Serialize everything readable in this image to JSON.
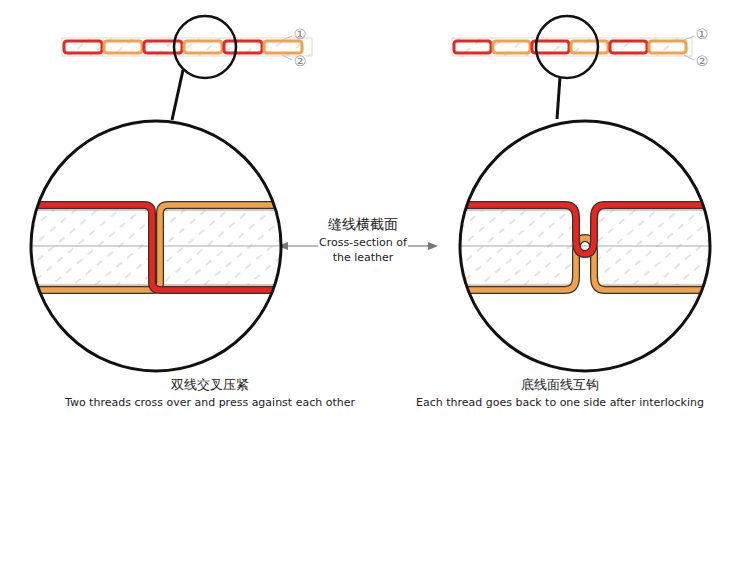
{
  "diagram": {
    "nodes": [
      {
        "text": [
          "双线交叉压紧",
          "Two threads cross over and press against each other"
        ]
      },
      {
        "text": [
          "底线面线互钩",
          "Each thread goes back to one side after interlocking"
        ]
      }
    ],
    "labels": [
      "①",
      "②",
      "①",
      "②",
      "缝线横截面",
      "Cross-section of the leather"
    ]
  }
}
